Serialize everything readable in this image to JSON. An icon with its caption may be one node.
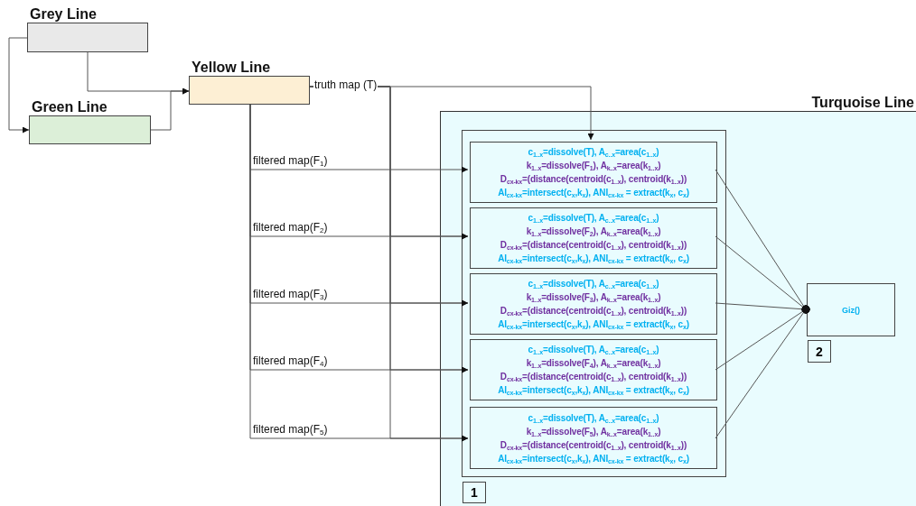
{
  "diagram": {
    "nodes": [
      {
        "text": [
          "Grey Line"
        ]
      },
      {
        "text": [
          "Yellow Line"
        ]
      },
      {
        "text": [
          "Green Line"
        ]
      },
      {
        "text": [
          "Turquoise Line"
        ]
      },
      {
        "text": [],
        "shape": "box",
        "in": 3
      },
      {
        "text": [
          "c$_{1..x}$=dissolve(T), A$_{c..x}$=area(c$_{1..x}$)",
          "k$_{1..x}$=dissolve(F$_{1}$), A$_{k..x}$=area(k$_{1..x}$)",
          "D$_{cx-kx}$=(distance(centroid(c$_{1..x}$), centroid(k$_{1..x}$))",
          "AI$_{cx-kx}$=intersect(c$_{x}$,k$_{x}$), ANI$_{cx-kx}$ = extract(k$_{x}$, c$_{x}$)"
        ],
        "in": 4
      },
      {
        "text": [
          "c$_{1..x}$=dissolve(T), A$_{c..x}$=area(c$_{1..x}$)",
          "k$_{1..x}$=dissolve(F$_{2}$), A$_{k..x}$=area(k$_{1..x}$)",
          "D$_{cx-kx}$=(distance(centroid(c$_{1..x}$), centroid(k$_{1..x}$))",
          "AI$_{cx-kx}$=intersect(c$_{x}$,k$_{x}$), ANI$_{cx-kx}$ = extract(k$_{x}$, c$_{x}$)"
        ],
        "in": 4
      },
      {
        "text": [
          "c$_{1..x}$=dissolve(T), A$_{c..x}$=area(c$_{1..x}$)",
          "k$_{1..x}$=dissolve(F$_{3}$), A$_{k..x}$=area(k$_{1..x}$)",
          "D$_{cx-kx}$=(distance(centroid(c$_{1..x}$), centroid(k$_{1..x}$))",
          "AI$_{cx-kx}$=intersect(c$_{x}$,k$_{x}$), ANI$_{cx-kx}$ = extract(k$_{x}$, c$_{x}$)"
        ],
        "in": 4
      },
      {
        "text": [
          "c$_{1..x}$=dissolve(T), A$_{c..x}$=area(c$_{1..x}$)",
          "k$_{1..x}$=dissolve(F$_{4}$), A$_{k..x}$=area(k$_{1..x}$)",
          "D$_{cx-kx}$=(distance(centroid(c$_{1..x}$), centroid(k$_{1..x}$))",
          "AI$_{cx-kx}$=intersect(c$_{x}$,k$_{x}$), ANI$_{cx-kx}$ = extract(k$_{x}$, c$_{x}$)"
        ],
        "in": 4
      },
      {
        "text": [
          "c$_{1..x}$=dissolve(T), A$_{c..x}$=area(c$_{1..x}$)",
          "k$_{1..x}$=dissolve(F$_{5}$), A$_{k..x}$=area(k$_{1..x}$)",
          "D$_{cx-kx}$=(distance(centroid(c$_{1..x}$), centroid(k$_{1..x}$))",
          "AI$_{cx-kx}$=intersect(c$_{x}$,k$_{x}$), ANI$_{cx-kx}$ = extract(k$_{x}$, c$_{x}$)"
        ],
        "in": 4
      },
      {
        "text": [
          "1"
        ],
        "in": 3
      },
      {
        "text": [
          "Giz()"
        ],
        "in": 3
      },
      {
        "text": [
          "2"
        ],
        "in": 3
      }
    ],
    "edges": [
      {
        "from": 0,
        "to": 1,
        "arrow": "to"
      },
      {
        "from": 0,
        "to": 2,
        "arrow": "to"
      },
      {
        "from": 2,
        "to": 1,
        "arrow": "to"
      },
      {
        "from": 1,
        "to": 5,
        "arrow": "to",
        "label": "truth map (T)"
      },
      {
        "from": 1,
        "to": 6,
        "arrow": "to"
      },
      {
        "from": 1,
        "to": 7,
        "arrow": "to"
      },
      {
        "from": 1,
        "to": 8,
        "arrow": "to"
      },
      {
        "from": 1,
        "to": 9,
        "arrow": "to"
      },
      {
        "from": 1,
        "to": 5,
        "arrow": "to",
        "label": "filtered map(F$_{1}$)"
      },
      {
        "from": 1,
        "to": 6,
        "arrow": "to",
        "label": "filtered map(F$_{2}$)"
      },
      {
        "from": 1,
        "to": 7,
        "arrow": "to",
        "label": "filtered map(F$_{3}$)"
      },
      {
        "from": 1,
        "to": 8,
        "arrow": "to",
        "label": "filtered map(F$_{4}$)"
      },
      {
        "from": 1,
        "to": 9,
        "arrow": "to",
        "label": "filtered map(F$_{5}$)"
      },
      {
        "from": 5,
        "to": 11,
        "arrow": "other"
      },
      {
        "from": 6,
        "to": 11,
        "arrow": "other"
      },
      {
        "from": 7,
        "to": 11,
        "arrow": "other"
      },
      {
        "from": 8,
        "to": 11,
        "arrow": "other"
      },
      {
        "from": 9,
        "to": 11,
        "arrow": "other"
      }
    ]
  }
}
